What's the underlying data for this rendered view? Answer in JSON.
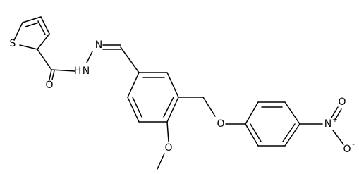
{
  "structure": {
    "atoms": {
      "S": "S",
      "O_carbonyl": "O",
      "N_hydrazide": "N",
      "H_hydrazide": "H",
      "N_imine": "N",
      "O_methoxy": "O",
      "O_ether": "O",
      "N_nitro": "N",
      "N_nitro_charge": "+",
      "O_nitro_top": "O",
      "O_nitro_bottom": "O",
      "O_nitro_bottom_charge": "-"
    }
  }
}
